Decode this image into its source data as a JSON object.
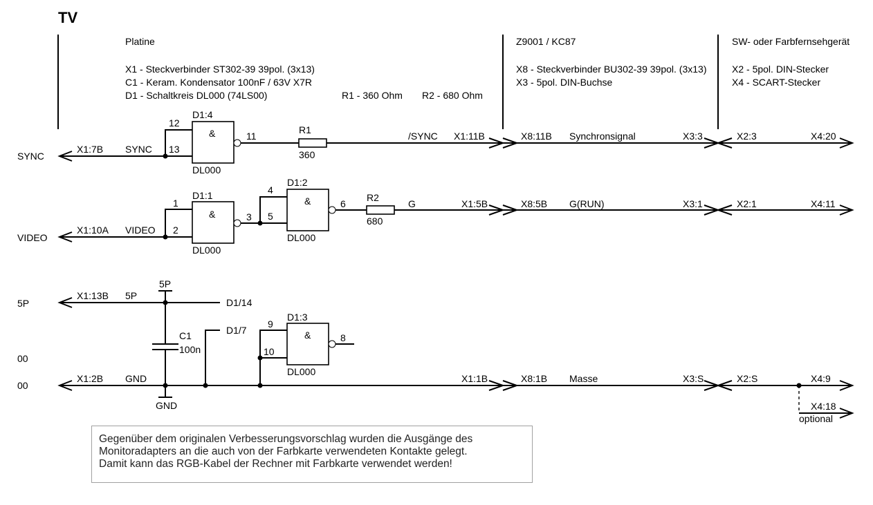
{
  "title": "TV",
  "header": {
    "platine": {
      "heading": "Platine",
      "lines": [
        "X1 - Steckverbinder ST302-39 39pol. (3x13)",
        "C1 - Keram. Kondensator 100nF / 63V  X7R",
        "D1 - Schaltkreis DL000 (74LS00)"
      ],
      "r1": "R1 - 360 Ohm",
      "r2": "R2 - 680 Ohm"
    },
    "z9001": {
      "heading": "Z9001 / KC87",
      "lines": [
        "X8 - Steckverbinder BU302-39 39pol. (3x13)",
        "X3 - 5pol. DIN-Buchse"
      ]
    },
    "tv": {
      "heading": "SW- oder Farbfernsehgerät",
      "lines": [
        "X2 - 5pol. DIN-Stecker",
        "X4 - SCART-Stecker"
      ]
    }
  },
  "side_labels": {
    "sync": "SYNC",
    "video": "VIDEO",
    "p5": "5P",
    "g00a": "00",
    "g00b": "00"
  },
  "sync_row": {
    "x1": "X1:7B",
    "sig": "SYNC",
    "pin12": "12",
    "pin13": "13",
    "gate": "D1:4",
    "amp": "&",
    "chip": "DL000",
    "pin11": "11",
    "res": "R1",
    "resval": "360",
    "out": "/SYNC",
    "x1b": "X1:11B",
    "x8": "X8:11B",
    "desc": "Synchronsignal",
    "x3": "X3:3",
    "x2": "X2:3",
    "x4": "X4:20"
  },
  "video_row": {
    "x1": "X1:10A",
    "sig": "VIDEO",
    "pin1": "1",
    "pin2": "2",
    "gate1": "D1:1",
    "amp": "&",
    "chip": "DL000",
    "pin3": "3",
    "pin4": "4",
    "pin5": "5",
    "gate2": "D1:2",
    "pin6": "6",
    "res": "R2",
    "resval": "680",
    "out": "G",
    "x1b": "X1:5B",
    "x8": "X8:5B",
    "desc": "G(RUN)",
    "x3": "X3:1",
    "x2": "X2:1",
    "x4": "X4:11"
  },
  "power_row": {
    "x1": "X1:13B",
    "sig": "5P",
    "top": "5P",
    "d14": "D1/14",
    "c1": "C1",
    "c1val": "100n",
    "d7": "D1/7",
    "pin9": "9",
    "pin10": "10",
    "gate": "D1:3",
    "amp": "&",
    "pin8": "8",
    "chip": "DL000"
  },
  "gnd_row": {
    "x1": "X1:2B",
    "sig": "GND",
    "bottom": "GND",
    "x1b": "X1:1B",
    "x8": "X8:1B",
    "desc": "Masse",
    "x3": "X3:S",
    "x2": "X2:S",
    "x4": "X4:9",
    "x4b": "X4:18",
    "optional": "optional"
  },
  "note": [
    "Gegenüber dem originalen Verbesserungsvorschlag wurden die Ausgänge des",
    "Monitoradapters an die auch von der Farbkarte verwendeten Kontakte gelegt.",
    "Damit kann das RGB-Kabel der Rechner mit Farbkarte verwendet werden!"
  ]
}
